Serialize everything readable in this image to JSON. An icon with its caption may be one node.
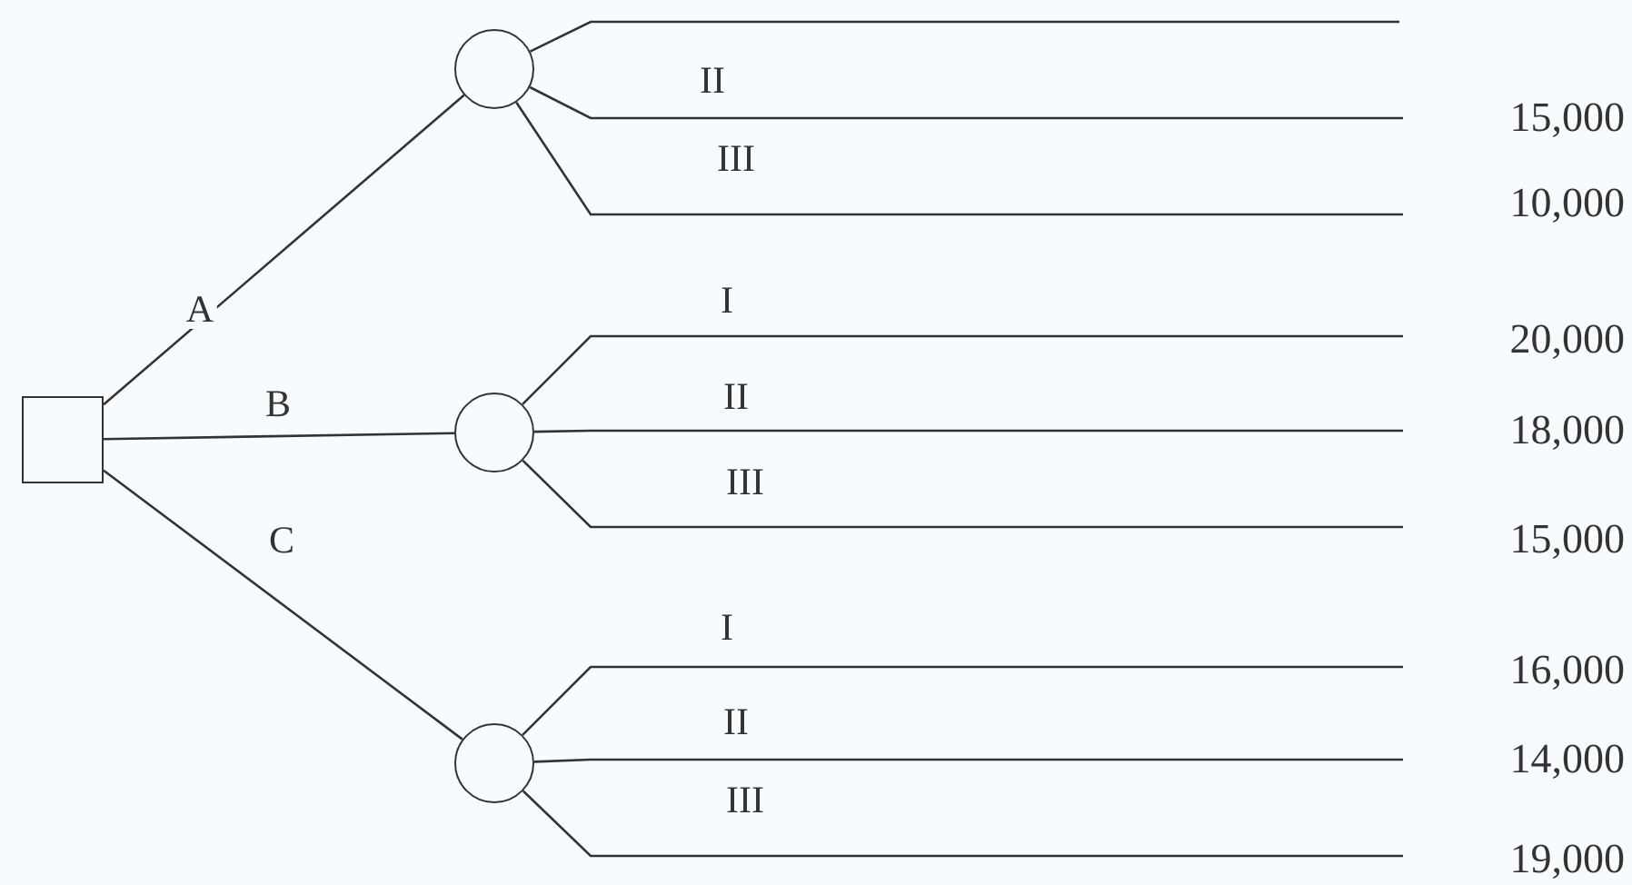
{
  "diagram": {
    "nodes": [
      {
        "text": [],
        "shape": "box"
      },
      {
        "text": [],
        "shape": "circle"
      },
      {
        "text": [],
        "shape": "circle"
      },
      {
        "text": [],
        "shape": "circle"
      },
      {
        "text": [
          "15,000"
        ]
      },
      {
        "text": [
          "10,000"
        ]
      },
      {
        "text": [
          "20,000"
        ]
      },
      {
        "text": [
          "18,000"
        ]
      },
      {
        "text": [
          "15,000"
        ]
      },
      {
        "text": [
          "16,000"
        ]
      },
      {
        "text": [
          "14,000"
        ]
      },
      {
        "text": [
          "19,000"
        ]
      }
    ],
    "edges": [
      {
        "from": 0,
        "to": 1,
        "arrow": "none",
        "label": "A"
      },
      {
        "from": 0,
        "to": 2,
        "arrow": "none",
        "label": "B"
      },
      {
        "from": 0,
        "to": 3,
        "arrow": "none",
        "label": "C"
      },
      {
        "from": 1,
        "to": null,
        "arrow": "none"
      },
      {
        "from": 1,
        "to": 4,
        "arrow": "none",
        "label": "II"
      },
      {
        "from": 1,
        "to": 5,
        "arrow": "none",
        "label": "III"
      },
      {
        "from": 2,
        "to": 6,
        "arrow": "none",
        "label": "I"
      },
      {
        "from": 2,
        "to": 7,
        "arrow": "none",
        "label": "II"
      },
      {
        "from": 2,
        "to": 8,
        "arrow": "none",
        "label": "III"
      },
      {
        "from": 3,
        "to": 9,
        "arrow": "none",
        "label": "I"
      },
      {
        "from": 3,
        "to": 10,
        "arrow": "none",
        "label": "II"
      },
      {
        "from": 3,
        "to": 11,
        "arrow": "none",
        "label": "III"
      }
    ]
  }
}
